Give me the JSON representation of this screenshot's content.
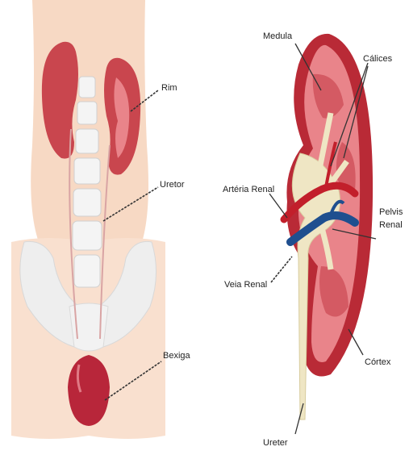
{
  "left_figure": {
    "labels": {
      "kidney": "Rim",
      "ureter": "Uretor",
      "bladder": "Bexiga"
    }
  },
  "right_figure": {
    "labels": {
      "medulla": "Medula",
      "calyces": "Cálices",
      "renal_artery": "Artéria Renal",
      "renal_pelvis_line1": "Pelvis",
      "renal_pelvis_line2": "Renal",
      "renal_vein": "Veia Renal",
      "cortex": "Córtex",
      "ureter": "Ureter"
    }
  },
  "colors": {
    "skin": "#f7d9c4",
    "kidney": "#c9464e",
    "kidney_light": "#e9848a",
    "bone": "#eeeeee",
    "bladder": "#b8263a",
    "artery": "#c21f2b",
    "vein": "#1f4f8f",
    "ureter": "#efe6c4"
  }
}
